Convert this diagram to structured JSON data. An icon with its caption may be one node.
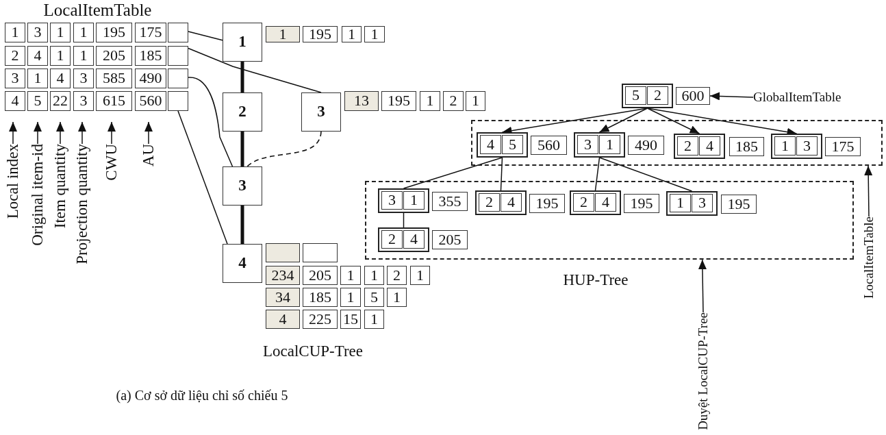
{
  "diagram": {
    "caption": "(a) Cơ sở dữ liệu chỉ số chiếu 5",
    "nodes": [
      {
        "text": [
          "LocalItemTable"
        ]
      },
      {
        "text": [
          "1",
          "3",
          "1",
          "1",
          "195",
          "175"
        ],
        "in": 0
      },
      {
        "text": [
          "2",
          "4",
          "1",
          "1",
          "205",
          "185"
        ],
        "in": 0
      },
      {
        "text": [
          "3",
          "1",
          "4",
          "3",
          "585",
          "490"
        ],
        "in": 0
      },
      {
        "text": [
          "4",
          "5",
          "22",
          "3",
          "615",
          "560"
        ],
        "in": 0
      },
      {
        "text": [
          "Local index"
        ]
      },
      {
        "text": [
          "Original item-id"
        ]
      },
      {
        "text": [
          "Item quantity"
        ]
      },
      {
        "text": [
          "Projection quantity"
        ]
      },
      {
        "text": [
          "CWU"
        ]
      },
      {
        "text": [
          "AU"
        ]
      },
      {
        "text": [
          "1"
        ],
        "beside": [
          "1",
          "195",
          "1",
          "1"
        ]
      },
      {
        "text": [
          "2"
        ]
      },
      {
        "text": [
          "3"
        ],
        "beside": [
          "13",
          "195",
          "1",
          "2",
          "1"
        ]
      },
      {
        "text": [
          "3"
        ]
      },
      {
        "text": [
          "4"
        ],
        "beside": [
          "234",
          "205",
          "1",
          "1",
          "2",
          "1",
          "34",
          "185",
          "1",
          "5",
          "1",
          "4",
          "225",
          "15",
          "1"
        ]
      },
      {
        "text": [
          "5",
          "2"
        ],
        "beside": [
          "600"
        ]
      },
      {
        "text": [
          "GlobalItemTable"
        ]
      },
      {
        "text": [],
        "shape": "box"
      },
      {
        "text": [
          "4",
          "5"
        ],
        "beside": [
          "560"
        ],
        "in": 18
      },
      {
        "text": [
          "3",
          "1"
        ],
        "beside": [
          "490"
        ],
        "in": 18
      },
      {
        "text": [
          "2",
          "4"
        ],
        "beside": [
          "185"
        ],
        "in": 18
      },
      {
        "text": [
          "1",
          "3"
        ],
        "beside": [
          "175"
        ],
        "in": 18
      },
      {
        "text": [],
        "shape": "box"
      },
      {
        "text": [
          "3",
          "1"
        ],
        "beside": [
          "355"
        ],
        "in": 23
      },
      {
        "text": [
          "2",
          "4"
        ],
        "beside": [
          "195"
        ],
        "in": 23
      },
      {
        "text": [
          "2",
          "4"
        ],
        "beside": [
          "195"
        ],
        "in": 23
      },
      {
        "text": [
          "1",
          "3"
        ],
        "beside": [
          "195"
        ],
        "in": 23
      },
      {
        "text": [
          "2",
          "4"
        ],
        "beside": [
          "205"
        ],
        "in": 23
      },
      {
        "text": [
          "Duyệt LocalCUP-Tree"
        ]
      },
      {
        "text": [
          "LocalItemTable"
        ]
      }
    ],
    "edges": [
      {
        "from": 5,
        "to": null,
        "arrow": "to"
      },
      {
        "from": 6,
        "to": null,
        "arrow": "to"
      },
      {
        "from": 7,
        "to": null,
        "arrow": "to"
      },
      {
        "from": 8,
        "to": null,
        "arrow": "to"
      },
      {
        "from": 9,
        "to": null,
        "arrow": "to"
      },
      {
        "from": 10,
        "to": null,
        "arrow": "to"
      },
      {
        "from": 1,
        "to": 11,
        "arrow": "none"
      },
      {
        "from": 2,
        "to": 13,
        "arrow": "none"
      },
      {
        "from": 3,
        "to": 14,
        "arrow": "none"
      },
      {
        "from": 4,
        "to": 15,
        "arrow": "none"
      },
      {
        "from": 11,
        "to": 12,
        "arrow": "none",
        "style": "thick"
      },
      {
        "from": 12,
        "to": 14,
        "arrow": "none",
        "style": "thick"
      },
      {
        "from": 14,
        "to": 15,
        "arrow": "none",
        "style": "thick"
      },
      {
        "from": 13,
        "to": 14,
        "arrow": "none",
        "style": "dashed"
      },
      {
        "from": 17,
        "to": 16,
        "arrow": "to"
      },
      {
        "from": 16,
        "to": 19,
        "arrow": "to"
      },
      {
        "from": 16,
        "to": 20,
        "arrow": "to"
      },
      {
        "from": 16,
        "to": 21,
        "arrow": "to"
      },
      {
        "from": 16,
        "to": 22,
        "arrow": "to"
      },
      {
        "from": 19,
        "to": 24,
        "arrow": "none"
      },
      {
        "from": 19,
        "to": 25,
        "arrow": "none"
      },
      {
        "from": 20,
        "to": 26,
        "arrow": "none"
      },
      {
        "from": 20,
        "to": 27,
        "arrow": "none"
      },
      {
        "from": 24,
        "to": 28,
        "arrow": "none"
      },
      {
        "from": 29,
        "to": 23,
        "arrow": "to"
      },
      {
        "from": 30,
        "to": 18,
        "arrow": "to"
      }
    ],
    "labels": [
      "LocalCUP-Tree",
      "HUP-Tree"
    ]
  }
}
